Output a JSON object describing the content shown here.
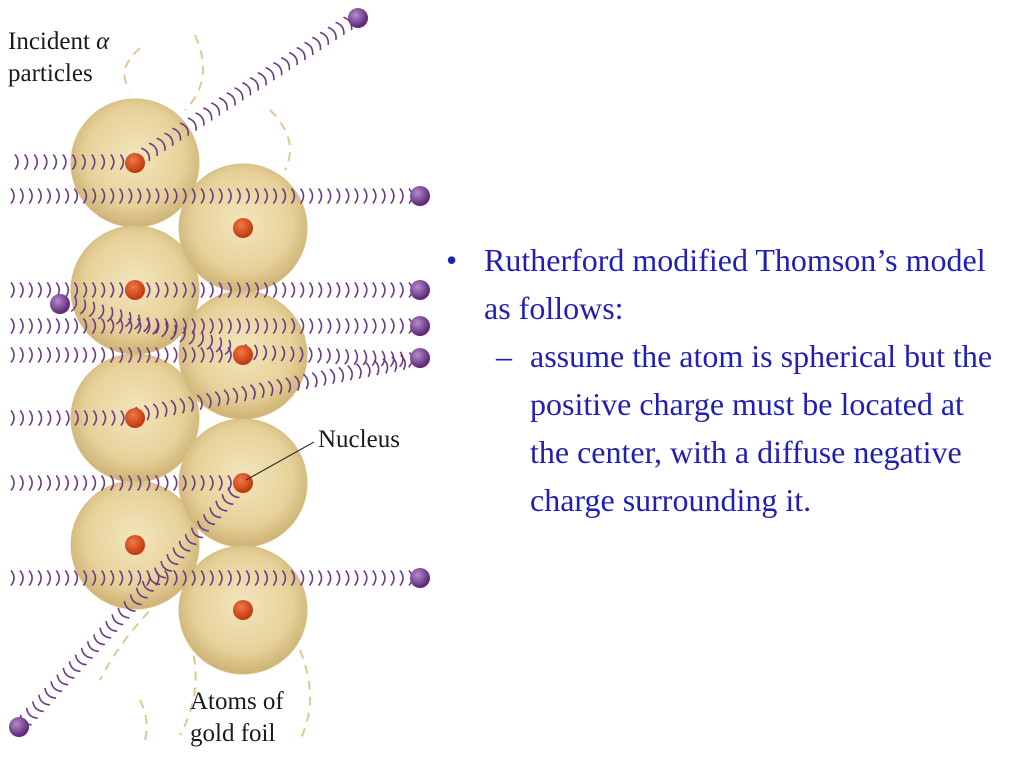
{
  "diagram": {
    "labels": {
      "incident_line1": "Incident",
      "incident_alpha": "α",
      "incident_line2": "particles",
      "nucleus": "Nucleus",
      "atoms_line1": "Atoms of",
      "atoms_line2": "gold foil"
    },
    "colors": {
      "atom_fill": "#ead8a4",
      "nucleus": "#d6461c",
      "alpha_particle": "#7a3a92",
      "wave": "#6e3a86"
    }
  },
  "text": {
    "bullet_marker": "•",
    "bullet": "Rutherford modified Thomson’s model as follows:",
    "sub_marker": "–",
    "sub_bullet": "assume the atom is spherical but the positive charge must be located at the center, with a diffuse negative charge surrounding it."
  }
}
